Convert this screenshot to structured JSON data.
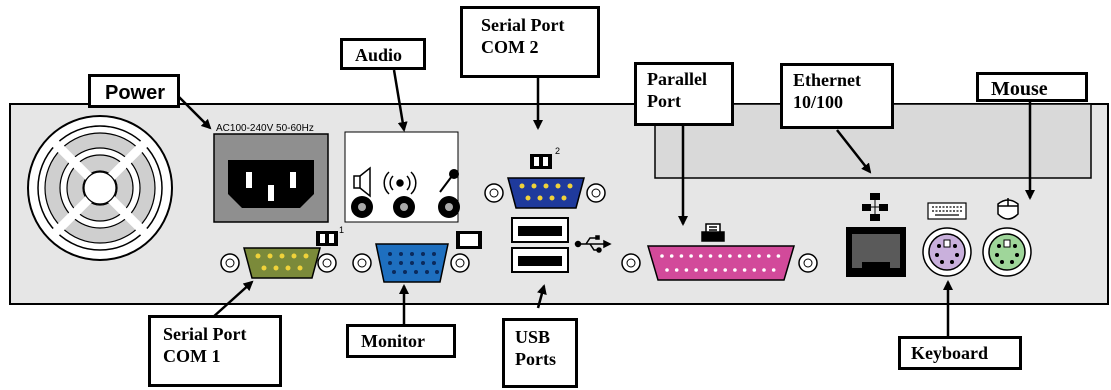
{
  "labels": {
    "power": "Power",
    "audio": "Audio",
    "serial_com2": "Serial Port COM 2",
    "parallel": "Parallel Port",
    "ethernet": "Ethernet 10/100",
    "mouse": "Mouse",
    "serial_com1": "Serial Port COM 1",
    "monitor": "Monitor",
    "usb": "USB Ports",
    "keyboard": "Keyboard"
  },
  "panel": {
    "power_spec": "AC100-240V   50-60Hz",
    "com1_number": "1",
    "com2_number": "2"
  },
  "icons": [
    "fan-icon",
    "power-socket-icon",
    "speaker-icon",
    "line-in-icon",
    "microphone-icon",
    "serial-icon",
    "monitor-icon",
    "usb-icon",
    "printer-icon",
    "network-icon",
    "keyboard-icon",
    "mouse-icon"
  ],
  "colors": {
    "panel": "#e6e6e6",
    "power_block": "#8f8f8f",
    "serial_com1": "#7b8a3a",
    "serial_com2": "#1f3a9c",
    "vga": "#1e6fbf",
    "parallel": "#d24a9a",
    "ps2_keyboard": "#c9b0dc",
    "ps2_mouse": "#9fd69a",
    "pin": "#f0d23a"
  }
}
